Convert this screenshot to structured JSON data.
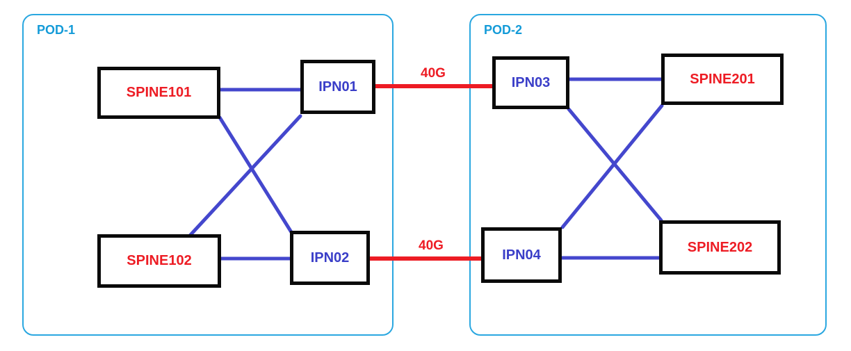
{
  "colors": {
    "pod_border": "#2aa7e0",
    "pod_label": "#149bd8",
    "node_border": "#0a0a0a",
    "spine_label": "#ed1c24",
    "ipn_label": "#3a3ec8",
    "blue_link": "#4447cd",
    "red_link": "#ed1c24",
    "canvas_bg": "#ffffff"
  },
  "pods": [
    {
      "label": "POD-1",
      "nodes": [
        "SPINE101",
        "SPINE102",
        "IPN01",
        "IPN02"
      ]
    },
    {
      "label": "POD-2",
      "nodes": [
        "IPN03",
        "IPN04",
        "SPINE201",
        "SPINE202"
      ]
    }
  ],
  "nodes": {
    "spine101": {
      "label": "SPINE101",
      "type": "spine",
      "pod": "POD-1"
    },
    "spine102": {
      "label": "SPINE102",
      "type": "spine",
      "pod": "POD-1"
    },
    "ipn01": {
      "label": "IPN01",
      "type": "ipn",
      "pod": "POD-1"
    },
    "ipn02": {
      "label": "IPN02",
      "type": "ipn",
      "pod": "POD-1"
    },
    "ipn03": {
      "label": "IPN03",
      "type": "ipn",
      "pod": "POD-2"
    },
    "ipn04": {
      "label": "IPN04",
      "type": "ipn",
      "pod": "POD-2"
    },
    "spine201": {
      "label": "SPINE201",
      "type": "spine",
      "pod": "POD-2"
    },
    "spine202": {
      "label": "SPINE202",
      "type": "spine",
      "pod": "POD-2"
    }
  },
  "links": [
    {
      "from": "SPINE101",
      "to": "IPN01",
      "type": "blue",
      "label": ""
    },
    {
      "from": "SPINE101",
      "to": "IPN02",
      "type": "blue",
      "label": ""
    },
    {
      "from": "IPN01",
      "to": "SPINE102",
      "type": "blue",
      "label": ""
    },
    {
      "from": "SPINE102",
      "to": "IPN02",
      "type": "blue",
      "label": ""
    },
    {
      "from": "IPN01",
      "to": "IPN03",
      "type": "red",
      "label": "40G"
    },
    {
      "from": "IPN02",
      "to": "IPN04",
      "type": "red",
      "label": "40G"
    },
    {
      "from": "IPN03",
      "to": "SPINE201",
      "type": "blue",
      "label": ""
    },
    {
      "from": "IPN03",
      "to": "SPINE202",
      "type": "blue",
      "label": ""
    },
    {
      "from": "SPINE201",
      "to": "IPN04",
      "type": "blue",
      "label": ""
    },
    {
      "from": "IPN04",
      "to": "SPINE202",
      "type": "blue",
      "label": ""
    }
  ]
}
